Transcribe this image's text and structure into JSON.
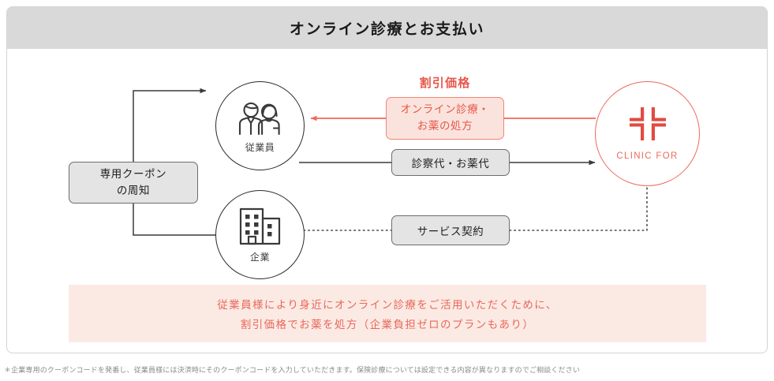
{
  "card": {
    "header_title": "オンライン診療とお支払い"
  },
  "diagram": {
    "nodes": {
      "employee": {
        "label": "従業員",
        "icon": "two-people-icon"
      },
      "company": {
        "label": "企業",
        "icon": "office-buildings-icon"
      },
      "clinic": {
        "label": "CLINIC FOR",
        "icon": "clinic-cross-logo-icon"
      }
    },
    "boxes": {
      "coupon_line1": "専用クーポン",
      "coupon_line2": "の周知",
      "discount_badge": "割引価格",
      "prescription_line1": "オンライン診療・",
      "prescription_line2": "お薬の処方",
      "fee": "診察代・お薬代",
      "contract": "サービス契約"
    }
  },
  "banner": {
    "line1": "従業員様により身近にオンライン診療をご活用いただくために、",
    "line2": "割引価格でお薬を処方（企業負担ゼロのプランもあり）"
  },
  "footnote": {
    "text": "＊企業専用のクーポンコードを発番し、従業員様には決済時にそのクーポンコードを入力していただきます。保険診療については設定できる内容が異なりますのでご相談ください"
  },
  "colors": {
    "header_bg": "#d9d9d9",
    "accent_red": "#e8574a",
    "clinic_outline": "#ec6a5c",
    "pink_box_bg": "#fbe3dd",
    "banner_bg": "#fbeae4",
    "gray_box_bg": "#e4e4e4",
    "line_dark": "#3a3a3a"
  }
}
